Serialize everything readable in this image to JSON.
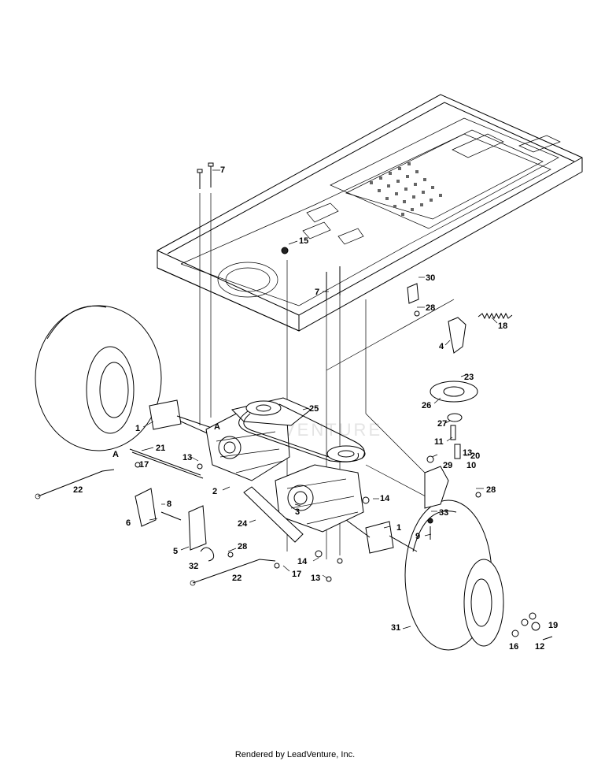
{
  "footer": {
    "text": "Rendered by LeadVenture, Inc."
  },
  "watermark": {
    "text": "VENTURE"
  },
  "callouts": {
    "c1a": "1",
    "c1b": "1",
    "c2": "2",
    "c3": "3",
    "c4": "4",
    "c5": "5",
    "c6": "6",
    "c7a": "7",
    "c7b": "7",
    "c8": "8",
    "c9": "9",
    "c10": "10",
    "c11": "11",
    "c12": "12",
    "c13a": "13",
    "c13b": "13",
    "c13c": "13",
    "c14a": "14",
    "c14b": "14",
    "c15": "15",
    "c16": "16",
    "c17a": "17",
    "c17b": "17",
    "c18": "18",
    "c19": "19",
    "c20": "20",
    "c21": "21",
    "c22a": "22",
    "c22b": "22",
    "c23": "23",
    "c24": "24",
    "c25": "25",
    "c26": "26",
    "c27": "27",
    "c28a": "28",
    "c28b": "28",
    "c28c": "28",
    "c29": "29",
    "c30": "30",
    "c31": "31",
    "c32": "32",
    "c33": "33",
    "cAa": "A",
    "cAb": "A"
  }
}
